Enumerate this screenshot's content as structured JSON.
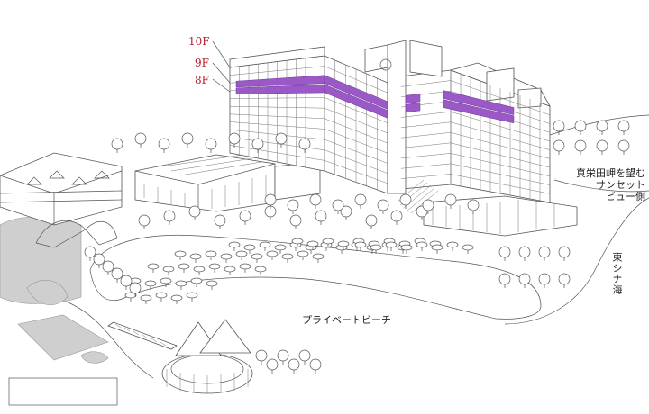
{
  "floors": {
    "f10": "10F",
    "f9": "9F",
    "f8": "8F"
  },
  "labels": {
    "sunset_view": "真栄田岬を望む\nサンセット\nビュー側",
    "east_china_sea": "東シナ海",
    "private_beach": "プライベートビーチ"
  },
  "colors": {
    "highlight_rooms": "#9b59c8",
    "floor_label": "#b3202a"
  }
}
